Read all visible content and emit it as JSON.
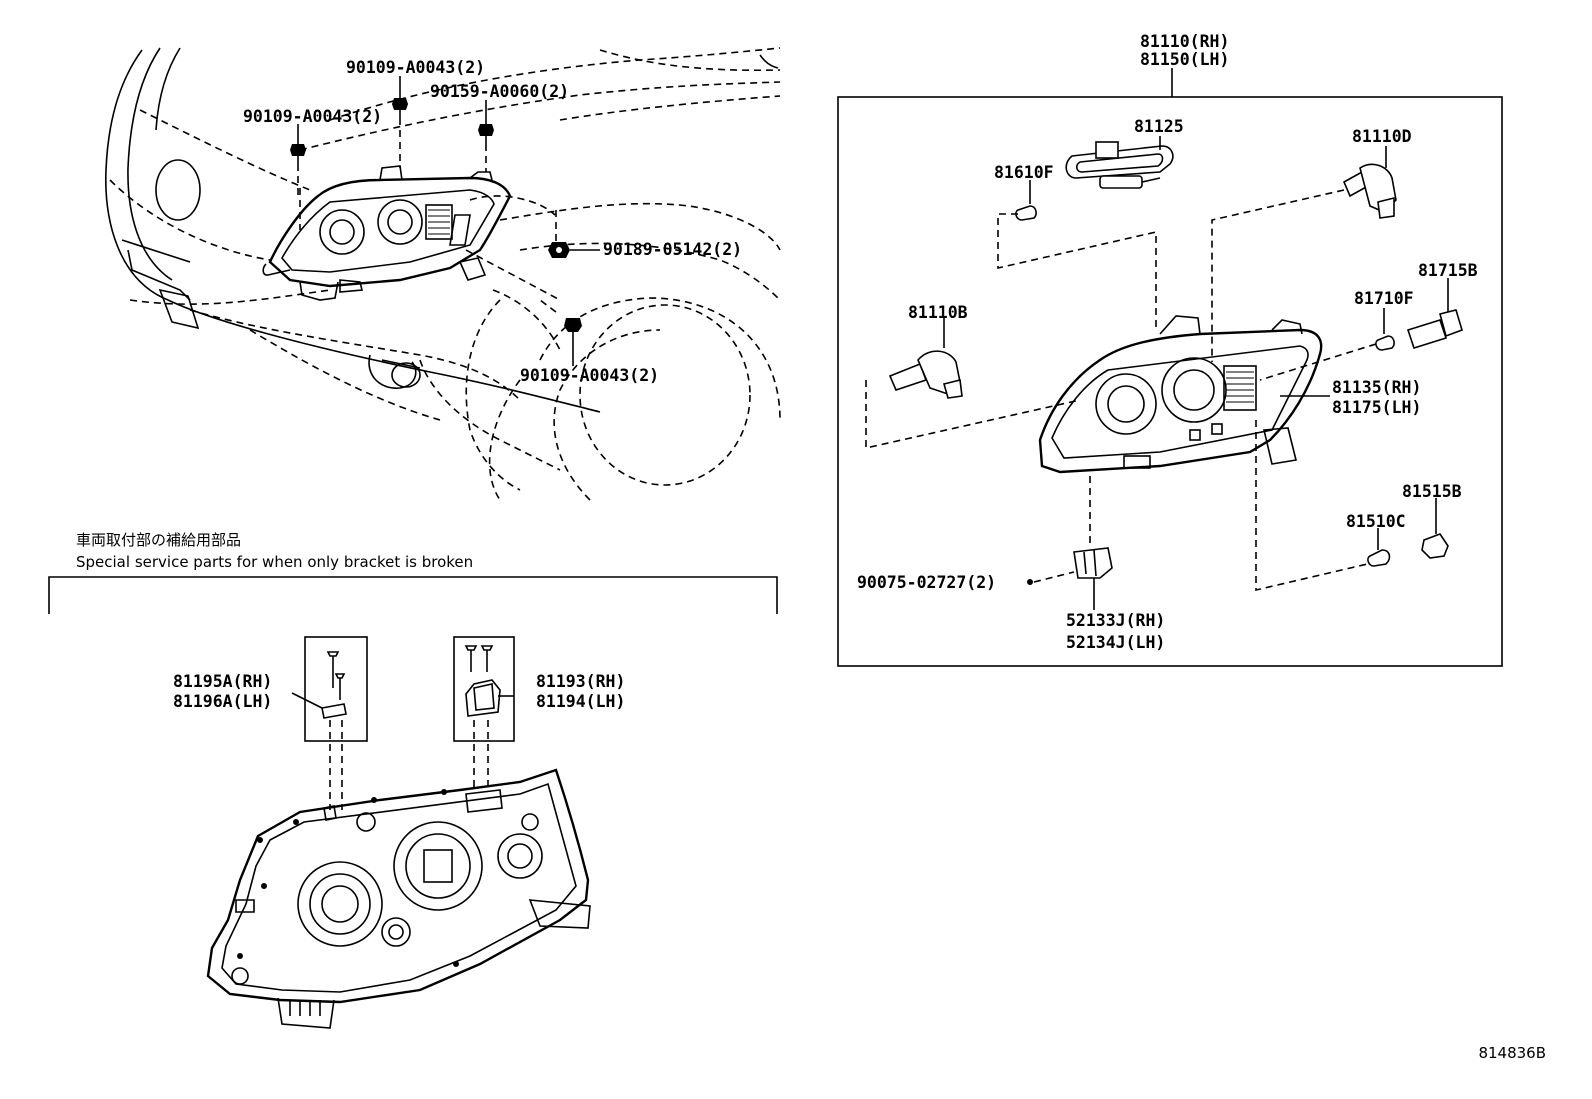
{
  "diagram_code": "814836B",
  "notes": {
    "japanese": "車両取付部の補給用部品",
    "english": "Special service parts for when only bracket is broken"
  },
  "callouts": {
    "c_90109_top": "90109-A0043(2)",
    "c_90159": "90159-A0060(2)",
    "c_90109_left": "90109-A0043(2)",
    "c_90189": "90189-05142(2)",
    "c_90109_bottom": "90109-A0043(2)",
    "c_81110_rh": "81110(RH)",
    "c_81150_lh": "81150(LH)",
    "c_81125": "81125",
    "c_81110d": "81110D",
    "c_81610f": "81610F",
    "c_81715b": "81715B",
    "c_81710f": "81710F",
    "c_81110b": "81110B",
    "c_81135_rh": "81135(RH)",
    "c_81175_lh": "81175(LH)",
    "c_81515b": "81515B",
    "c_81510c": "81510C",
    "c_90075": "90075-02727(2)",
    "c_52133j_rh": "52133J(RH)",
    "c_52134j_lh": "52134J(LH)",
    "c_81195a_rh": "81195A(RH)",
    "c_81196a_lh": "81196A(LH)",
    "c_81193_rh": "81193(RH)",
    "c_81194_lh": "81194(LH)"
  }
}
